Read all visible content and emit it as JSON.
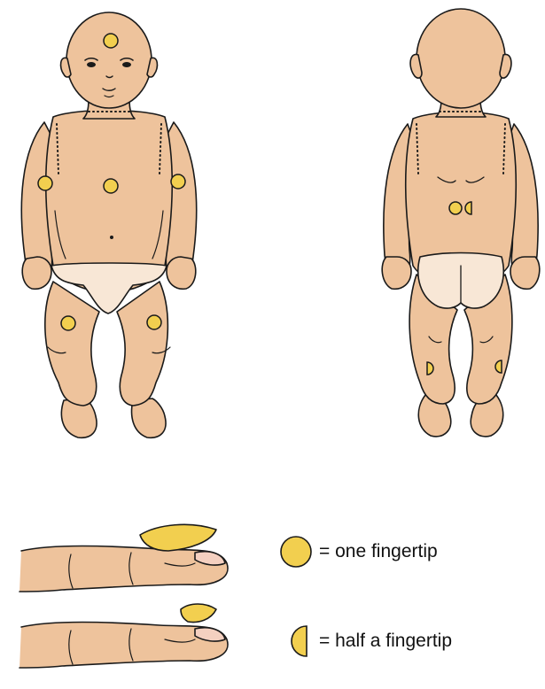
{
  "colors": {
    "skin": "#EEC39C",
    "skin_shade": "#E0A880",
    "outline": "#1A1A1A",
    "diaper": "#F8E7D6",
    "dot_fill": "#F2CF4F",
    "nail": "#F4D0C0",
    "background": "#FFFFFF"
  },
  "figures": {
    "front": {
      "view": "front",
      "dots": [
        "forehead",
        "left-upper-arm",
        "chest",
        "right-upper-arm",
        "left-thigh",
        "right-thigh"
      ]
    },
    "back": {
      "view": "back",
      "dots": [
        "lower-back-full",
        "lower-back-half",
        "left-calf-half",
        "right-calf-half"
      ]
    }
  },
  "legend": {
    "full": {
      "icon": "full-circle-icon",
      "label": "= one fingertip"
    },
    "half": {
      "icon": "half-circle-icon",
      "label": "= half a fingertip"
    }
  }
}
